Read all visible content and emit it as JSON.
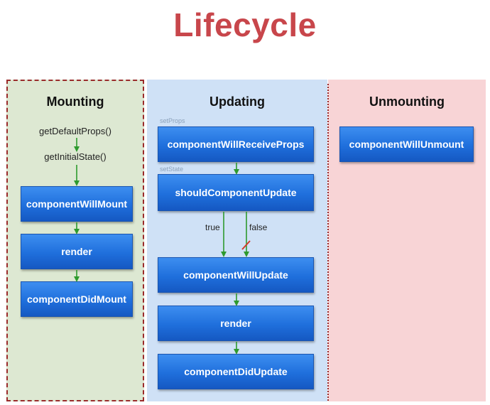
{
  "title": "Lifecycle",
  "mounting": {
    "heading": "Mounting",
    "steps": [
      "getDefaultProps()",
      "getInitialState()"
    ],
    "boxes": [
      "componentWillMount",
      "render",
      "componentDidMount"
    ]
  },
  "updating": {
    "heading": "Updating",
    "labels": {
      "set_props": "setProps",
      "set_state": "setState",
      "true": "true",
      "false": "false"
    },
    "boxes": [
      "componentWillReceiveProps",
      "shouldComponentUpdate",
      "componentWillUpdate",
      "render",
      "componentDidUpdate"
    ]
  },
  "unmounting": {
    "heading": "Unmounting",
    "boxes": [
      "componentWillUnmount"
    ]
  },
  "colors": {
    "title": "#c8464b",
    "mounting_bg": "#dde8d2",
    "updating_bg": "#cfe1f6",
    "unmounting_bg": "#f8d4d6",
    "box_blue": "#1f6fdc",
    "arrow_green": "#2e9a2e"
  }
}
